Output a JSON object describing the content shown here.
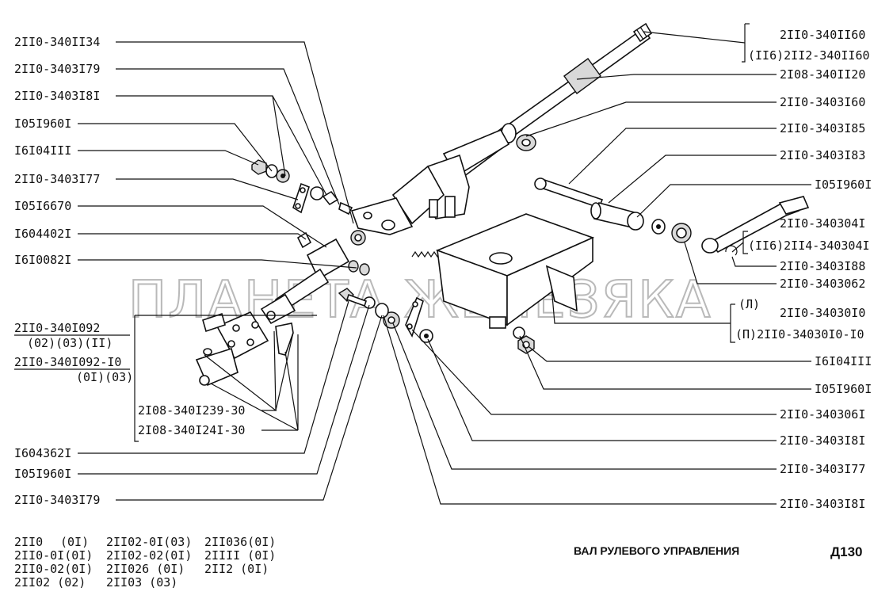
{
  "title": "ВАЛ РУЛЕВОГО УПРАВЛЕНИЯ",
  "page_code": "Д130",
  "watermark": "ПЛАНЕТА ЖЕЛЕЗЯКА",
  "labels_left": [
    "2II0-340II34",
    "2II0-3403I79",
    "2II0-3403I8I",
    "I05I960I",
    "I6I04III",
    "2II0-3403I77",
    "I05I6670",
    "I604402I",
    "I6I0082I"
  ],
  "assembly": {
    "line1": "2II0-340I092",
    "line2": "(02)(03)(II)",
    "line3": "2II0-340I092-I0",
    "line4": "(0I)(03)"
  },
  "center_labels": [
    "2I08-340I239-30",
    "2I08-340I24I-30"
  ],
  "labels_left_bottom": [
    "I604362I",
    "I05I960I",
    "2II0-3403I79"
  ],
  "labels_right": [
    "2II0-340II60",
    "(II6)2II2-340II60",
    "2I08-340II20",
    "2II0-3403I60",
    "2II0-3403I85",
    "2II0-3403I83",
    "I05I960I",
    "2II0-340304I",
    "(II6)2II4-340304I",
    "2II0-3403I88",
    "2II0-3403062",
    "(Л)",
    "2II0-34030I0",
    "(П)2II0-34030I0-I0",
    "I6I04III",
    "I05I960I",
    "2II0-340306I",
    "2II0-3403I8I",
    "2II0-3403I77",
    "2II0-3403I8I"
  ],
  "models": [
    [
      "2II0",
      "(0I)",
      "2II02-0I(03)",
      "2II036(0I)"
    ],
    [
      "2II0-0I(0I)",
      "2II02-02(0I)",
      "2IIII (0I)"
    ],
    [
      "2II0-02(0I)",
      "2II026  (0I)",
      "2II2  (0I)"
    ],
    [
      "2II02  (02)",
      "2II03   (03)"
    ]
  ]
}
